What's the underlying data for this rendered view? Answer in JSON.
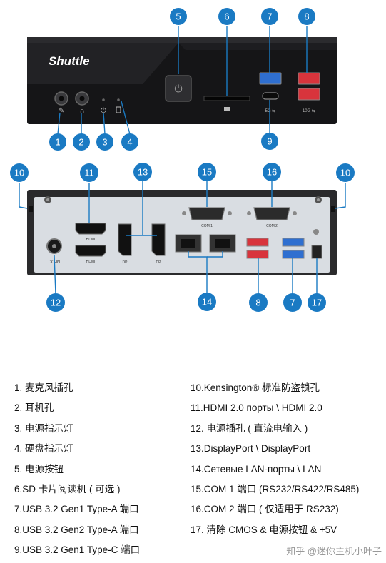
{
  "brand": "Shuttle",
  "markers": {
    "m1": "1",
    "m2": "2",
    "m3": "3",
    "m4": "4",
    "m5": "5",
    "m6": "6",
    "m7": "7",
    "m8": "8",
    "m9": "9",
    "m10a": "10",
    "m10b": "10",
    "m11": "11",
    "m12": "12",
    "m13": "13",
    "m14": "14",
    "m15": "15",
    "m16": "16",
    "m8b": "8",
    "m7b": "7",
    "m17": "17"
  },
  "port_labels": {
    "hdmi_top": "HDMI",
    "hdmi_bottom": "HDMI",
    "dp_left": "DP",
    "dp_right": "DP",
    "com1": "COM 1",
    "com2": "COM 2",
    "dc_in": "DC-IN"
  },
  "legend": {
    "left": [
      "1. 麦克风插孔",
      "2. 耳机孔",
      "3. 电源指示灯",
      "4. 硬盘指示灯",
      "5. 电源按钮",
      "6.SD 卡片阅读机 ( 可选 )",
      "7.USB 3.2 Gen1 Type-A 端口",
      "8.USB 3.2 Gen2 Type-A 端口",
      "9.USB 3.2 Gen1 Type-C 端口"
    ],
    "right": [
      "10.Kensington® 标准防盗锁孔",
      "11.HDMI 2.0 порты \\ HDMI 2.0",
      "12. 电源插孔 ( 直流电输入 )",
      "13.DisplayPort \\ DisplayPort",
      "14.Сетевые LAN-порты \\ LAN",
      "15.COM 1 端口 (RS232/RS422/RS485)",
      "16.COM 2 端口 ( 仅适用于 RS232)",
      "17. 清除 CMOS & 电源按钮 & +5V"
    ]
  },
  "watermark": "知乎 @迷你主机小叶子",
  "colors": {
    "marker": "#1a7ac3",
    "chassis_front": "#1c1c1e",
    "chassis_back": "#2a2a2c",
    "io_plate": "#d9dde2",
    "usb_gen2": "#d8343c",
    "usb_gen1": "#2f6fd0"
  }
}
